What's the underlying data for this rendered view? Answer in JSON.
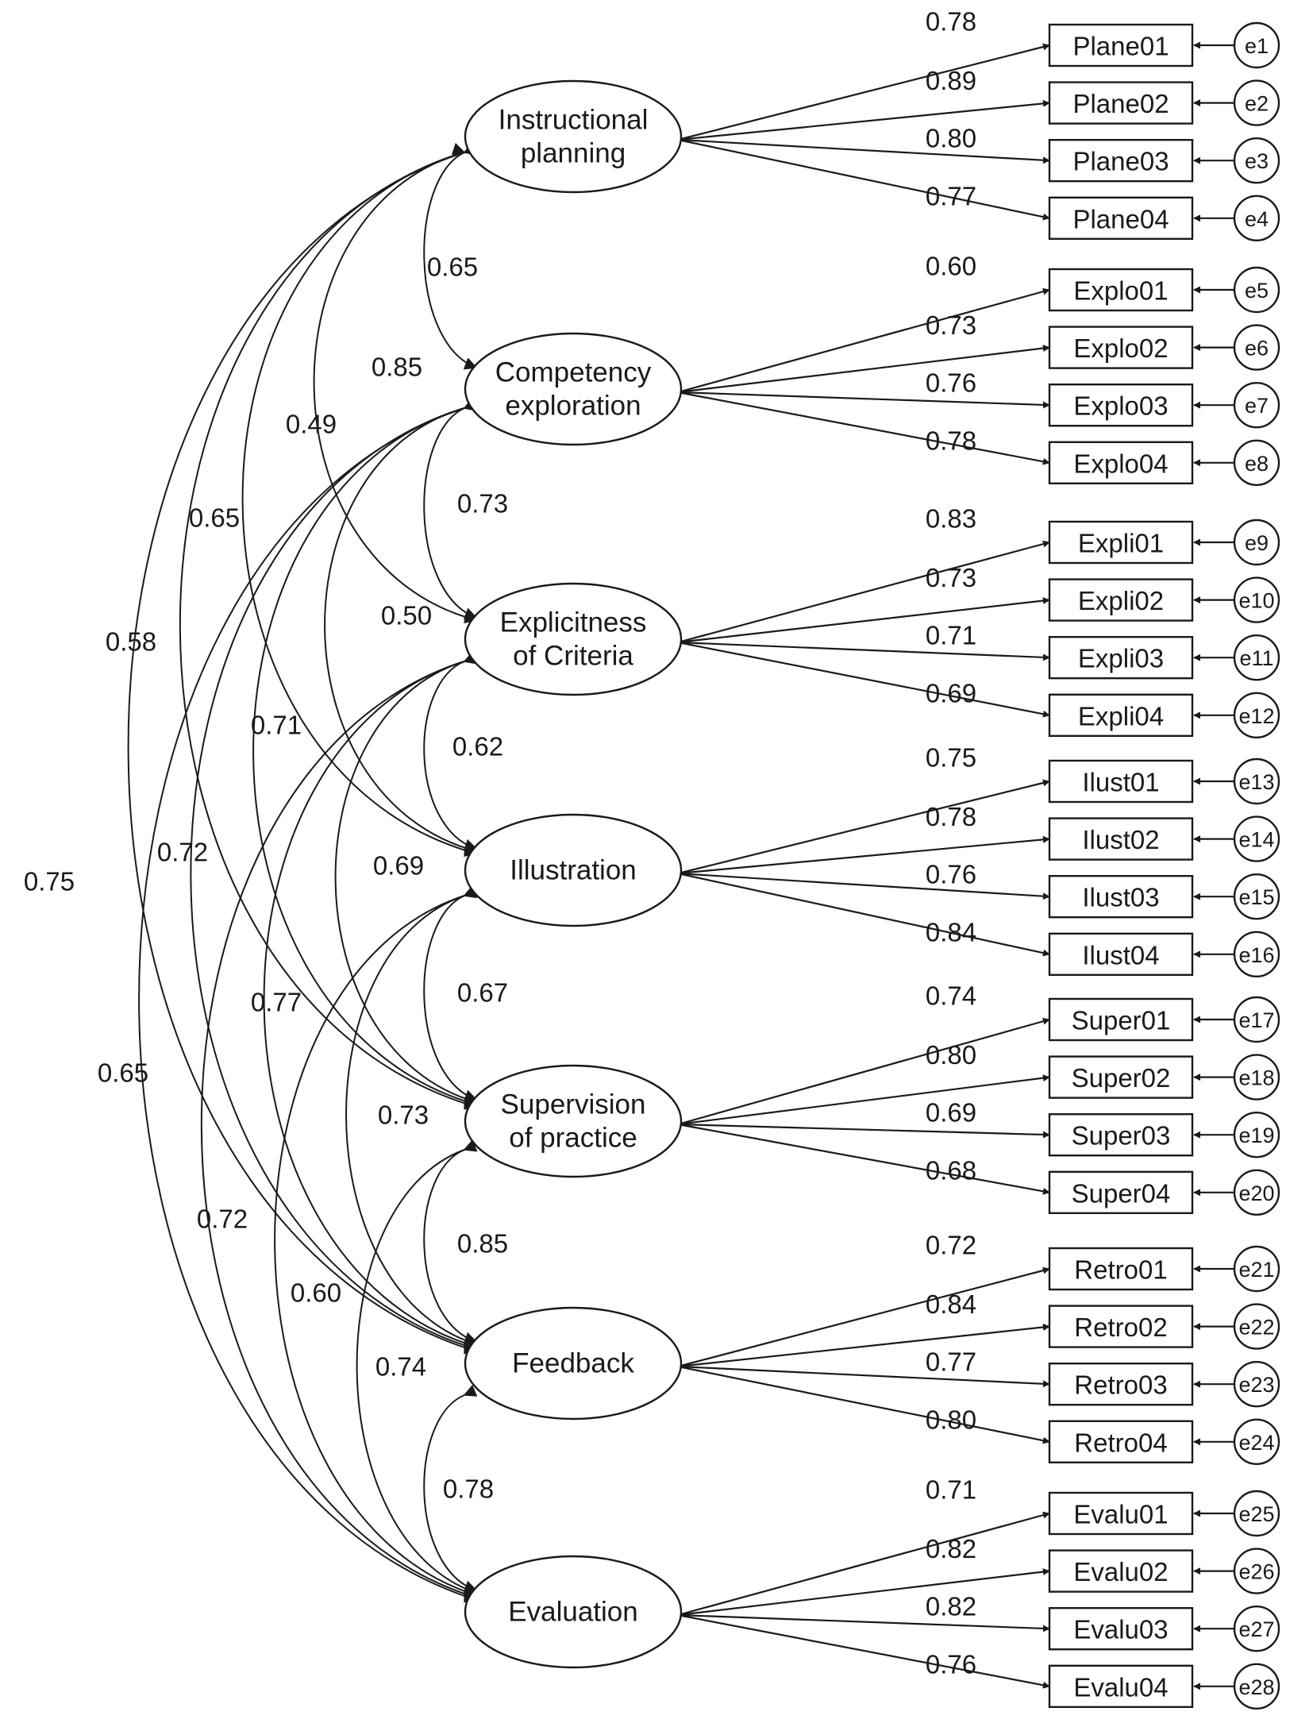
{
  "latents": [
    {
      "id": "plan",
      "lines": [
        "Instructional",
        "planning"
      ]
    },
    {
      "id": "comp",
      "lines": [
        "Competency",
        "exploration"
      ]
    },
    {
      "id": "expl",
      "lines": [
        "Explicitness",
        "of Criteria"
      ]
    },
    {
      "id": "ilus",
      "lines": [
        "Illustration"
      ]
    },
    {
      "id": "super",
      "lines": [
        "Supervision",
        "of practice"
      ]
    },
    {
      "id": "feed",
      "lines": [
        "Feedback"
      ]
    },
    {
      "id": "eval",
      "lines": [
        "Evaluation"
      ]
    }
  ],
  "indicators": [
    {
      "name": "Plane01",
      "error": "e1",
      "loading": "0.78"
    },
    {
      "name": "Plane02",
      "error": "e2",
      "loading": "0.89"
    },
    {
      "name": "Plane03",
      "error": "e3",
      "loading": "0.80"
    },
    {
      "name": "Plane04",
      "error": "e4",
      "loading": "0.77"
    },
    {
      "name": "Explo01",
      "error": "e5",
      "loading": "0.60"
    },
    {
      "name": "Explo02",
      "error": "e6",
      "loading": "0.73"
    },
    {
      "name": "Explo03",
      "error": "e7",
      "loading": "0.76"
    },
    {
      "name": "Explo04",
      "error": "e8",
      "loading": "0.78"
    },
    {
      "name": "Expli01",
      "error": "e9",
      "loading": "0.83"
    },
    {
      "name": "Expli02",
      "error": "e10",
      "loading": "0.73"
    },
    {
      "name": "Expli03",
      "error": "e11",
      "loading": "0.71"
    },
    {
      "name": "Expli04",
      "error": "e12",
      "loading": "0.69"
    },
    {
      "name": "Ilust01",
      "error": "e13",
      "loading": "0.75"
    },
    {
      "name": "Ilust02",
      "error": "e14",
      "loading": "0.78"
    },
    {
      "name": "Ilust03",
      "error": "e15",
      "loading": "0.76"
    },
    {
      "name": "Ilust04",
      "error": "e16",
      "loading": "0.84"
    },
    {
      "name": "Super01",
      "error": "e17",
      "loading": "0.74"
    },
    {
      "name": "Super02",
      "error": "e18",
      "loading": "0.80"
    },
    {
      "name": "Super03",
      "error": "e19",
      "loading": "0.69"
    },
    {
      "name": "Super04",
      "error": "e20",
      "loading": "0.68"
    },
    {
      "name": "Retro01",
      "error": "e21",
      "loading": "0.72"
    },
    {
      "name": "Retro02",
      "error": "e22",
      "loading": "0.84"
    },
    {
      "name": "Retro03",
      "error": "e23",
      "loading": "0.77"
    },
    {
      "name": "Retro04",
      "error": "e24",
      "loading": "0.80"
    },
    {
      "name": "Evalu01",
      "error": "e25",
      "loading": "0.71"
    },
    {
      "name": "Evalu02",
      "error": "e26",
      "loading": "0.82"
    },
    {
      "name": "Evalu03",
      "error": "e27",
      "loading": "0.82"
    },
    {
      "name": "Evalu04",
      "error": "e28",
      "loading": "0.76"
    }
  ],
  "correlations": [
    {
      "from": "plan",
      "to": "comp",
      "value": "0.65"
    },
    {
      "from": "comp",
      "to": "expl",
      "value": "0.73"
    },
    {
      "from": "expl",
      "to": "ilus",
      "value": "0.62"
    },
    {
      "from": "ilus",
      "to": "super",
      "value": "0.67"
    },
    {
      "from": "super",
      "to": "feed",
      "value": "0.85"
    },
    {
      "from": "feed",
      "to": "eval",
      "value": "0.78"
    },
    {
      "from": "plan",
      "to": "expl",
      "value": "0.85"
    },
    {
      "from": "plan",
      "to": "ilus",
      "value": "0.49"
    },
    {
      "from": "plan",
      "to": "super",
      "value": "0.65"
    },
    {
      "from": "plan",
      "to": "feed",
      "value": "0.58"
    },
    {
      "from": "plan",
      "to": "eval",
      "value": "0.75"
    },
    {
      "from": "comp",
      "to": "ilus",
      "value": "0.50"
    },
    {
      "from": "comp",
      "to": "super",
      "value": "0.71"
    },
    {
      "from": "comp",
      "to": "feed",
      "value": "0.72"
    },
    {
      "from": "comp",
      "to": "eval",
      "value": "0.65"
    },
    {
      "from": "expl",
      "to": "super",
      "value": "0.69"
    },
    {
      "from": "expl",
      "to": "feed",
      "value": "0.77"
    },
    {
      "from": "expl",
      "to": "eval",
      "value": "0.72"
    },
    {
      "from": "ilus",
      "to": "feed",
      "value": "0.73"
    },
    {
      "from": "ilus",
      "to": "eval",
      "value": "0.60"
    },
    {
      "from": "super",
      "to": "eval",
      "value": "0.74"
    }
  ]
}
